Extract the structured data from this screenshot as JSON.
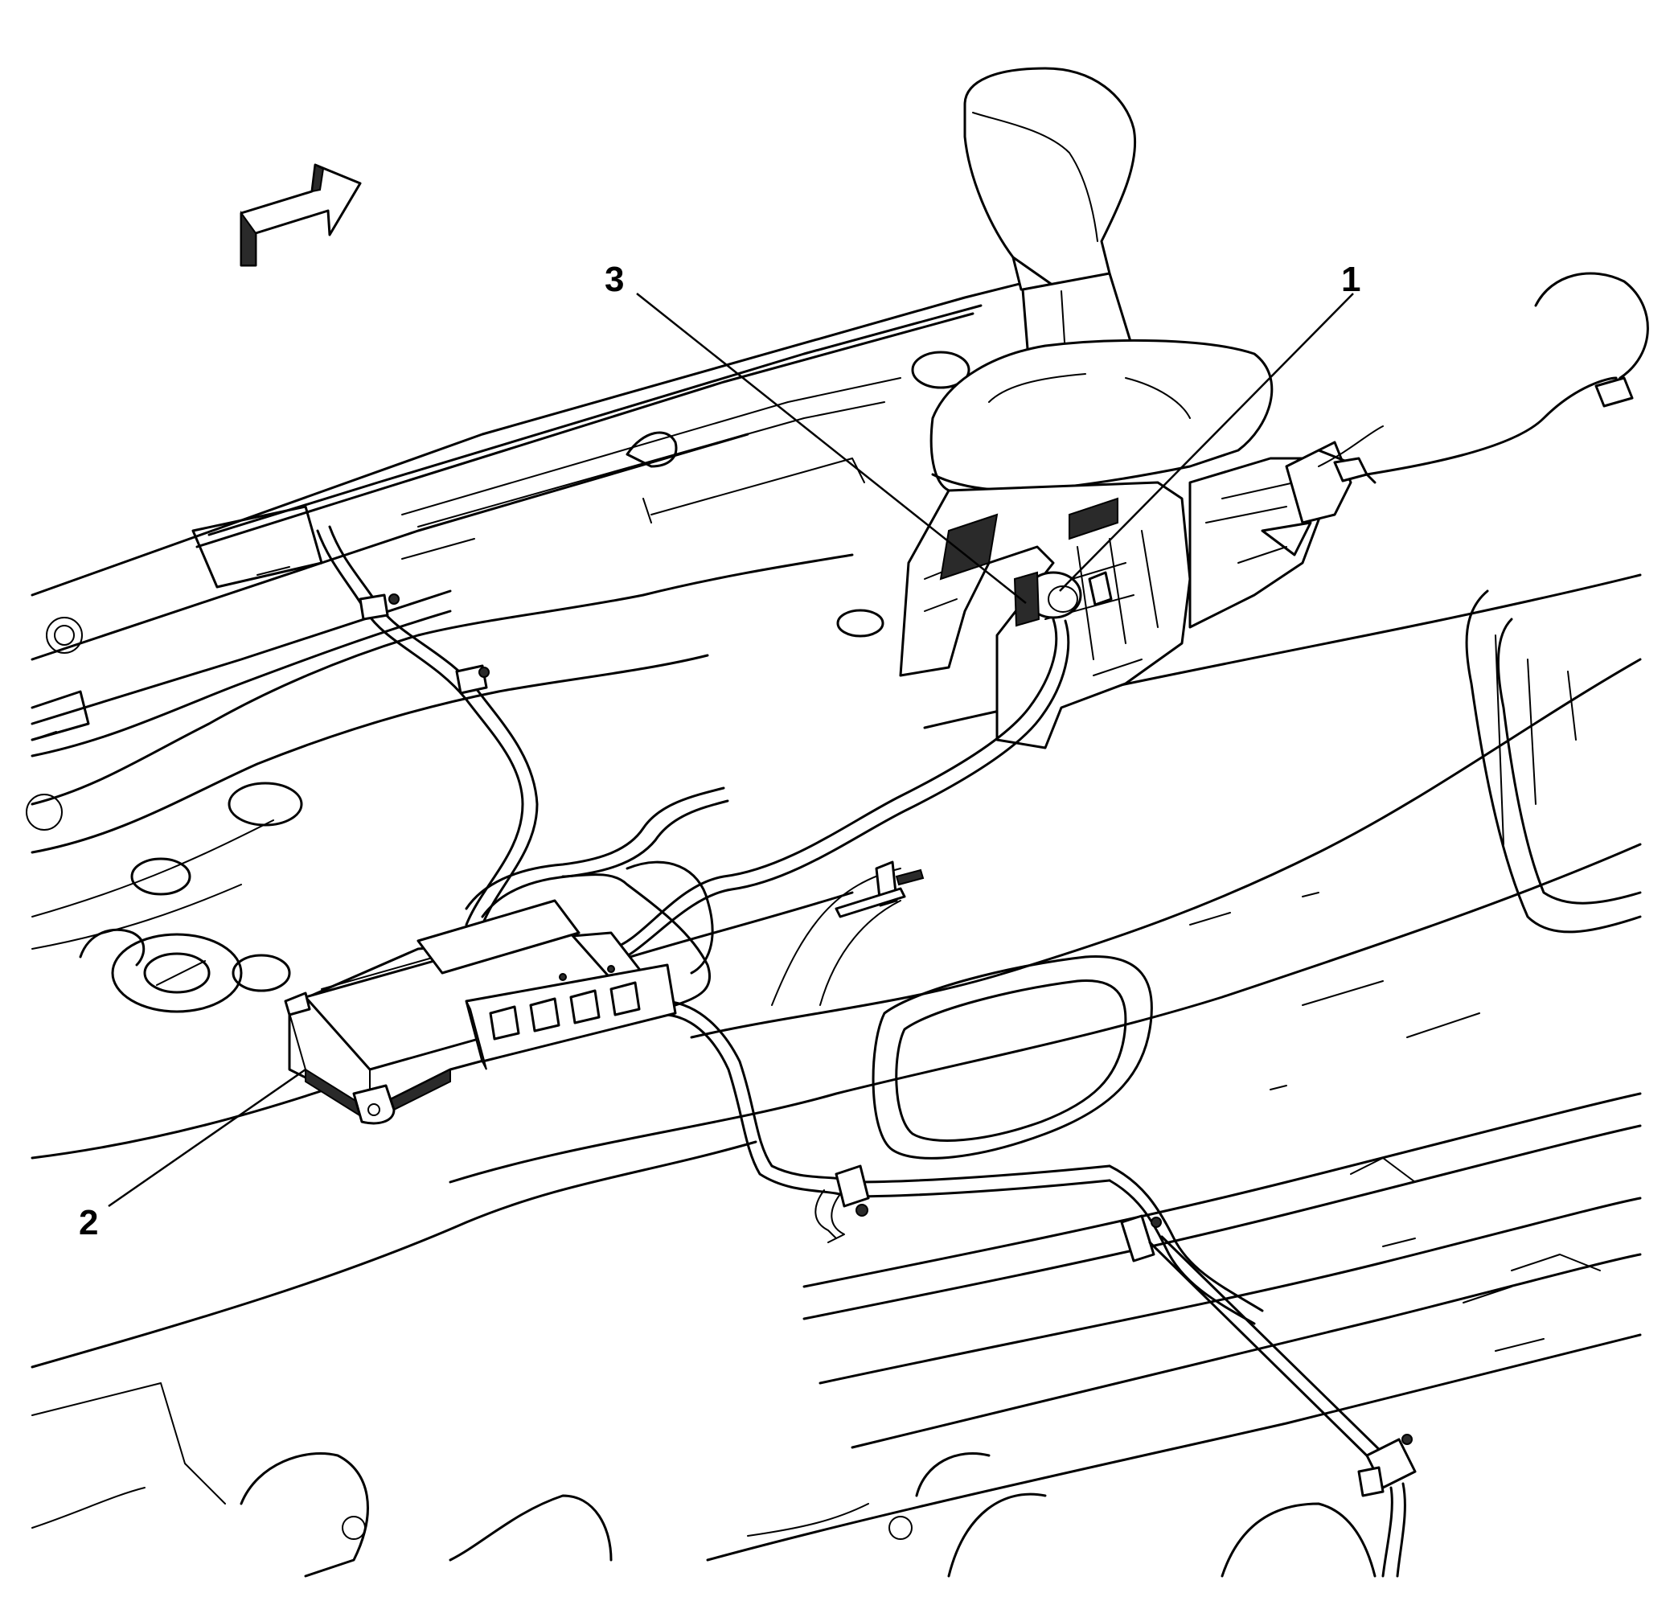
{
  "callouts": [
    {
      "id": "1",
      "label": "1"
    },
    {
      "id": "2",
      "label": "2"
    },
    {
      "id": "3",
      "label": "3"
    }
  ],
  "icons": {
    "direction_arrow": "forward-direction-arrow-icon"
  },
  "colors": {
    "line": "#000000",
    "background": "#ffffff"
  }
}
